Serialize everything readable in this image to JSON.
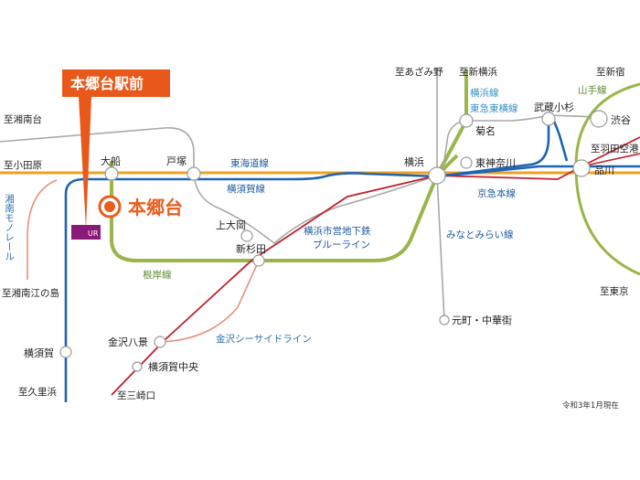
{
  "banner": {
    "label": "本郷台駅前"
  },
  "hero_station": {
    "label": "本郷台"
  },
  "logo": {
    "text": "UR"
  },
  "footnote": "令和3年1月現在",
  "directions": {
    "shonandai": "至湘南台",
    "odawara": "至小田原",
    "enoshima": "至湘南江の島",
    "kurihama": "至久里浜",
    "misakiguchi": "至三崎口",
    "azamino": "至あざみ野",
    "shinyokohama": "至新横浜",
    "shinjuku": "至新宿",
    "haneda": "至羽田空港",
    "tokyo": "至東京"
  },
  "stations": {
    "ofuna": "大船",
    "totsuka": "戸塚",
    "yokohama": "横浜",
    "kamiooka": "上大岡",
    "shinsugita": "新杉田",
    "kanazawahakkei": "金沢八景",
    "yokosukachuo": "横須賀中央",
    "yokosuka": "横須賀",
    "kikuna": "菊名",
    "higashikanagawa": "東神奈川",
    "musashikosugi": "武蔵小杉",
    "shibuya": "渋谷",
    "shinagawa": "品川",
    "motomachi": "元町・中華街"
  },
  "lines": {
    "tokaido": "東海道線",
    "yokosuka": "横須賀線",
    "negishi": "根岸線",
    "subway_1": "横浜市営地下鉄",
    "subway_2": "ブルーライン",
    "monorail": "湘南モノレール",
    "seaside": "金沢シーサイドライン",
    "minatomirai": "みなとみらい線",
    "yokohama_line": "横浜線",
    "toyoko": "東急東横線",
    "keikyu": "京急本線",
    "yamanote": "山手線"
  },
  "colors": {
    "tokaido": "#f0a020",
    "yokosuka": "#1e64b4",
    "negishi": "#9ab54a",
    "subway": "#a8a8a8",
    "keikyu": "#c0202a",
    "yamanote": "#9ab54a",
    "seaside": "#e8917a",
    "monorail": "#e8917a",
    "hero": "#e85d1e",
    "banner": "#e8581a",
    "ur_logo": "#8a1a78"
  }
}
